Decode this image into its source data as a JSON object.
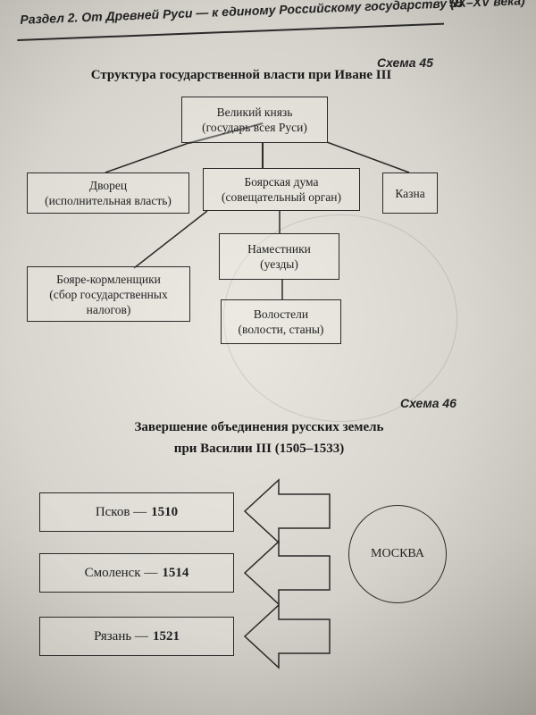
{
  "header": {
    "section": "Раздел 2. От Древней Руси — к единому Российскому государству (IX–XV века)",
    "page_number": "55"
  },
  "scheme45": {
    "label": "Схема 45",
    "title": "Структура государственной власти при Иване III",
    "nodes": {
      "grand_prince": [
        "Великий князь",
        "(государь всея Руси)"
      ],
      "palace": [
        "Дворец",
        "(исполнительная власть)"
      ],
      "boyar_duma": [
        "Боярская дума",
        "(совещательный орган)"
      ],
      "treasury": [
        "Казна"
      ],
      "boyars_feeders": [
        "Бояре-кормленщики",
        "(сбор государственных",
        "налогов)"
      ],
      "governors": [
        "Наместники",
        "(уезды)"
      ],
      "volostels": [
        "Волостели",
        "(волости, станы)"
      ]
    }
  },
  "scheme46": {
    "label": "Схема 46",
    "title_line1": "Завершение объединения русских земель",
    "title_line2": "при Василии III (1505–1533)",
    "center": "МОСКВА",
    "cities": [
      {
        "name": "Псков —",
        "year": "1510"
      },
      {
        "name": "Смоленск —",
        "year": "1514"
      },
      {
        "name": "Рязань —",
        "year": "1521"
      }
    ]
  }
}
